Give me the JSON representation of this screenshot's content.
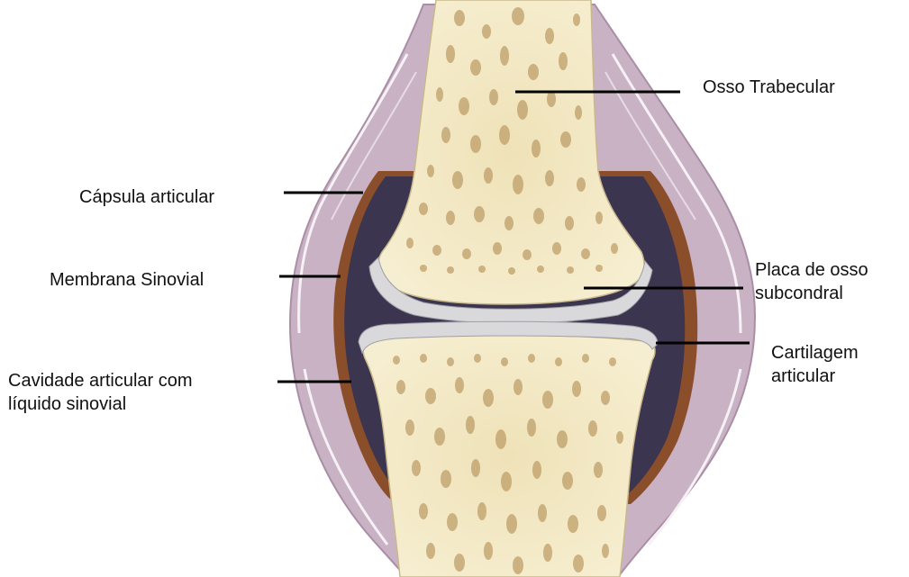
{
  "labels": {
    "osso_trabecular": "Osso Trabecular",
    "capsula_articular": "Cápsula articular",
    "membrana_sinovial": "Membrana Sinovial",
    "placa_osso": [
      "Placa de osso",
      "subcondral"
    ],
    "cartilagem": [
      "Cartilagem",
      "articular"
    ],
    "cavidade": [
      "Cavidade articular com",
      "líquido sinovial"
    ]
  },
  "colors": {
    "bone": "#f2e8c2",
    "bone_pores": "#bf9f6a",
    "capsule": "#c9b2c4",
    "capsule_highlight": "#f6f1f6",
    "synovial_membrane": "#8b4e2a",
    "joint_cavity": "#3c3550",
    "cartilage": "#d9d9dc",
    "leader_line": "#000000"
  }
}
